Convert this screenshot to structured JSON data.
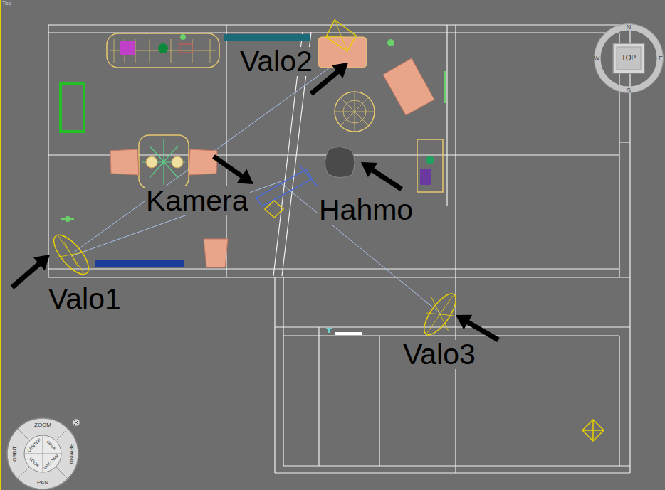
{
  "diagram": {
    "labels": [
      "Top",
      "Valo2",
      "Kamera",
      "Hahmo",
      "Valo1",
      "Valo3",
      "TOP",
      "N",
      "W",
      "E",
      "S",
      "ZOOM",
      "ORBIT",
      "CENTER",
      "WALK",
      "REWIND",
      "LOOK",
      "UP/DOWN",
      "PAN"
    ]
  }
}
